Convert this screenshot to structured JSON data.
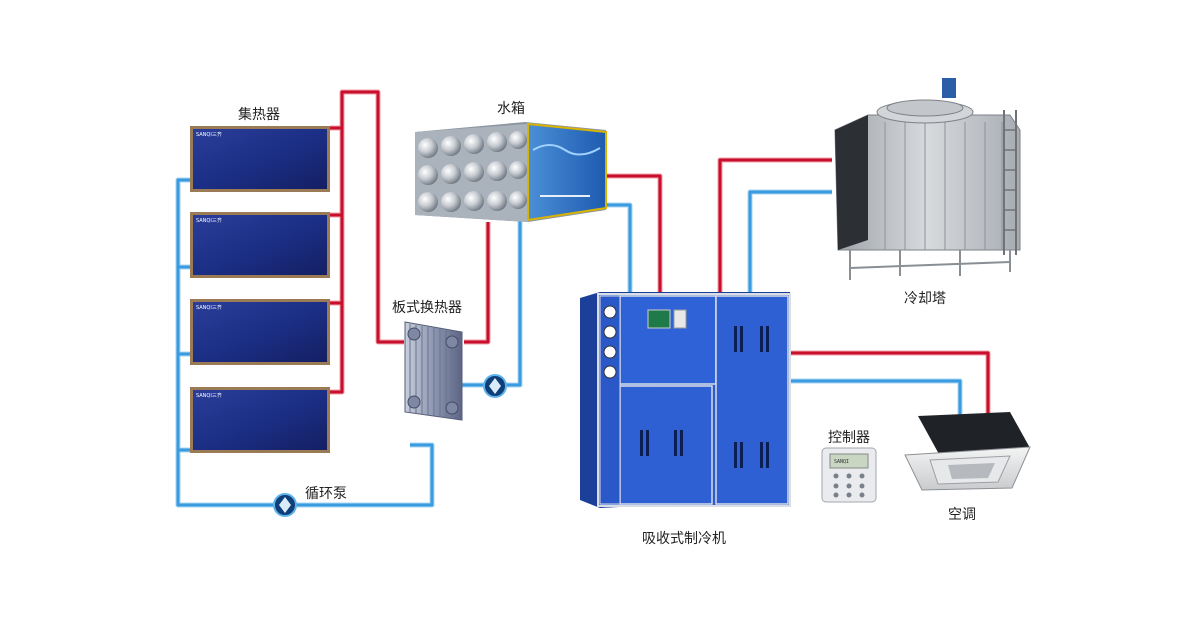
{
  "labels": {
    "collector": "集热器",
    "water_tank": "水箱",
    "plate_heat_exchanger": "板式换热器",
    "circulation_pump": "循环泵",
    "absorption_chiller": "吸收式制冷机",
    "cooling_tower": "冷却塔",
    "controller": "控制器",
    "air_conditioner": "空调"
  },
  "collector_brand": "SANQI三齐",
  "controller_brand": "SANQI",
  "colors": {
    "hot_pipe": "#c8102e",
    "cold_pipe": "#4aa8e0",
    "panel": "#1c2f86",
    "panel_frame": "#9a7b55",
    "chiller_blue": "#2c5fd0",
    "tower_grey": "#b9bdc2"
  }
}
